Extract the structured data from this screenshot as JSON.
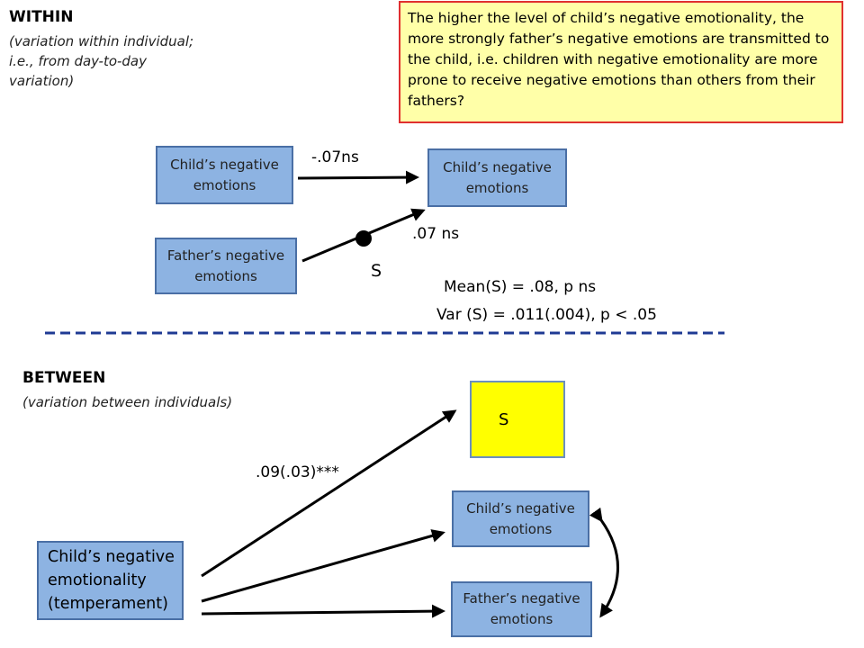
{
  "within": {
    "heading": "WITHIN",
    "sub_lines": [
      "(variation within individual;",
      "i.e., from day-to-day",
      "variation)"
    ]
  },
  "note": {
    "text": "The higher the level of child’s negative emotionality, the more strongly father’s negative emotions are transmitted to the child, i.e. children with negative emotionality are more prone to receive negative emotions than others from their fathers?"
  },
  "within_diagram": {
    "child_left": [
      "Child’s negative",
      "emotions"
    ],
    "child_right": [
      "Child’s negative",
      "emotions"
    ],
    "father": [
      "Father’s negative",
      "emotions"
    ],
    "path_label_1": "-.07ns",
    "path_label_2": ".07 ns",
    "s_label": "S",
    "mean_text": "Mean(S) = .08, p  ns",
    "var_text": "Var (S) = .011(.004), p < .05"
  },
  "between": {
    "heading": "BETWEEN",
    "sub": "(variation between individuals)"
  },
  "between_diagram": {
    "s_box": "S",
    "path_label": ".09(.03)***",
    "child": [
      "Child’s negative",
      "emotions"
    ],
    "father": [
      "Father’s negative",
      "emotions"
    ],
    "temperament": [
      "Child’s negative",
      "emotionality",
      "(temperament)"
    ]
  },
  "colors": {
    "box_fill": "#8db3e2",
    "box_border": "#4a6fa5",
    "note_fill": "#ffffa8",
    "note_border": "#e03030",
    "s_fill": "#ffff00",
    "divider": "#1f3a93"
  }
}
